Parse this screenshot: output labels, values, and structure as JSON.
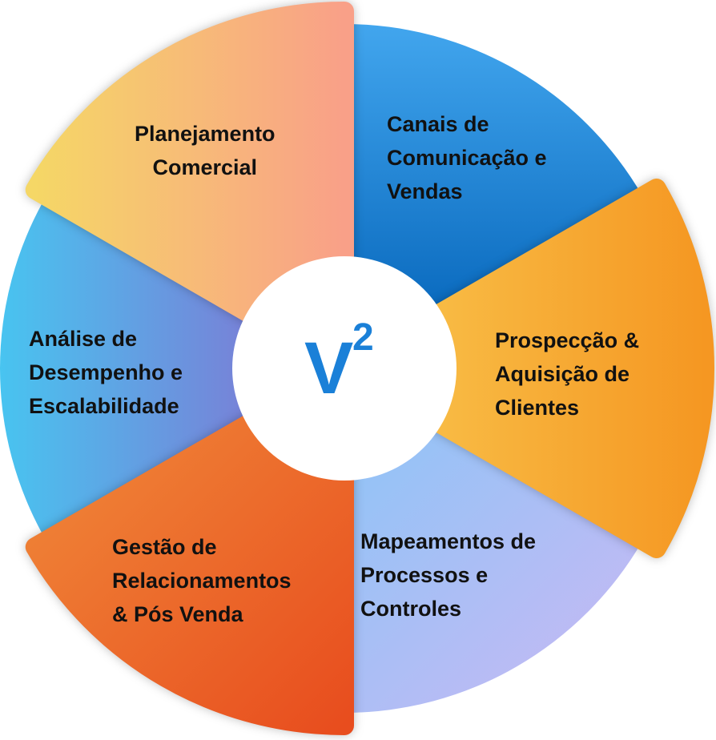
{
  "center": {
    "letter": "V",
    "superscript": "2",
    "color": "#1a80d8"
  },
  "segments": [
    {
      "id": "planejamento",
      "label": "Planejamento\nComercial",
      "colors": [
        "#f5d766",
        "#f9a088"
      ]
    },
    {
      "id": "canais",
      "label": "Canais de\nComunicação e\nVendas",
      "colors": [
        "#42a6ee",
        "#0868bd"
      ]
    },
    {
      "id": "prospeccao",
      "label": "Prospecção &\nAquisição de\nClientes",
      "colors": [
        "#f8bc45",
        "#f59722"
      ]
    },
    {
      "id": "mapeamentos",
      "label": "Mapeamentos de\nProcessos e\nControles",
      "colors": [
        "#8ec4f6",
        "#cbb8f4"
      ]
    },
    {
      "id": "gestao",
      "label": "Gestão de\nRelacionamentos\n& Pós Venda",
      "colors": [
        "#f08a3a",
        "#e84d1e"
      ]
    },
    {
      "id": "analise",
      "label": "Análise de\nDesempenho e\nEscalabilidade",
      "colors": [
        "#48c4f0",
        "#7a7ed6"
      ]
    }
  ]
}
